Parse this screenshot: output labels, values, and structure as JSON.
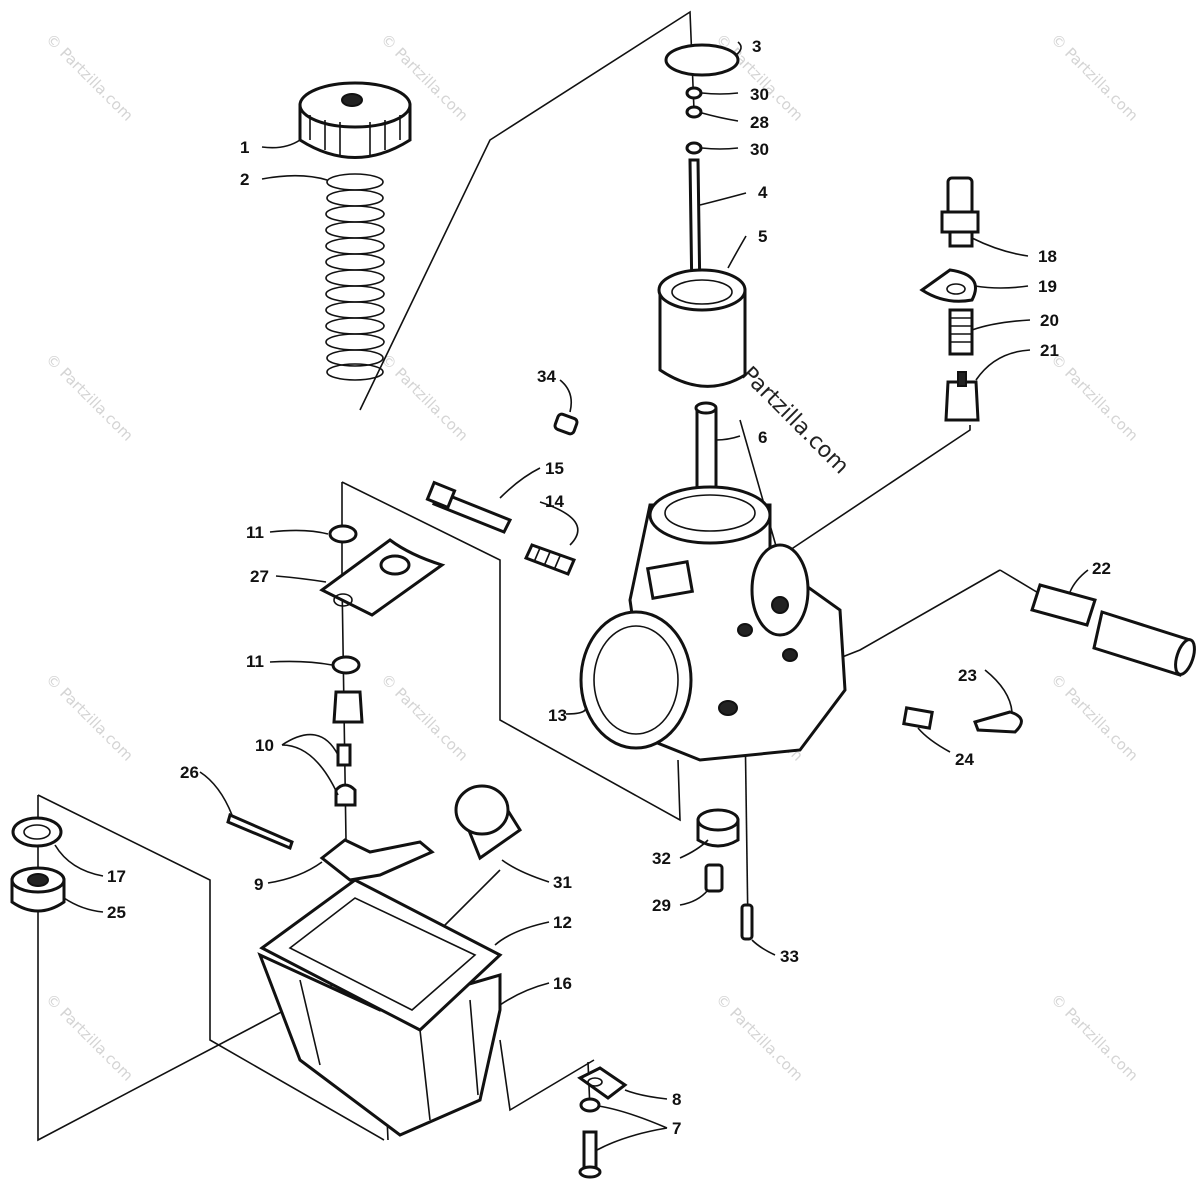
{
  "watermark": "© Partzilla.com",
  "labels": {
    "l1": "1",
    "l2": "2",
    "l3": "3",
    "l30a": "30",
    "l28": "28",
    "l30b": "30",
    "l4": "4",
    "l5": "5",
    "l18": "18",
    "l19": "19",
    "l20": "20",
    "l21": "21",
    "l34": "34",
    "l6": "6",
    "l15": "15",
    "l14": "14",
    "l11a": "11",
    "l27": "27",
    "l11b": "11",
    "l22": "22",
    "l10": "10",
    "l13": "13",
    "l23": "23",
    "l24": "24",
    "l26": "26",
    "l32": "32",
    "l17": "17",
    "l9": "9",
    "l31": "31",
    "l25": "25",
    "l29": "29",
    "l12": "12",
    "l33": "33",
    "l16": "16",
    "l8": "8",
    "l7": "7"
  }
}
